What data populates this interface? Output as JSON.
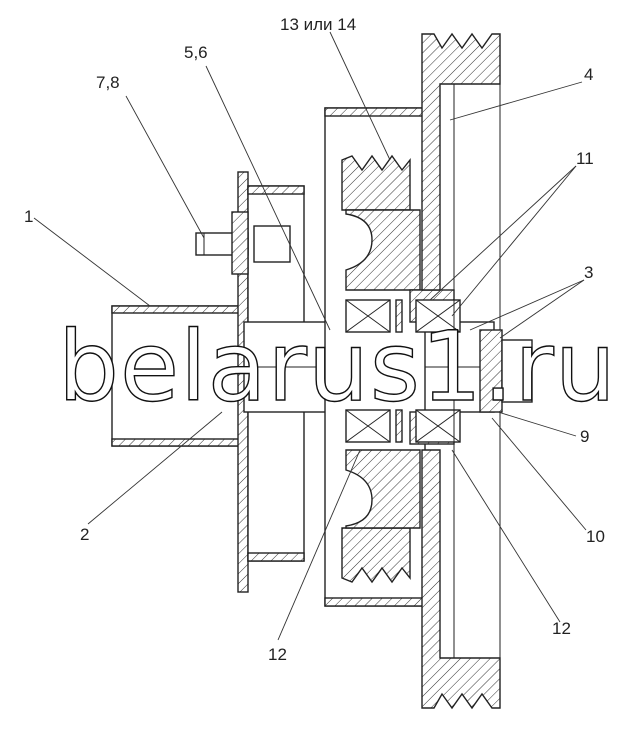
{
  "callouts": {
    "c1": "1",
    "c2": "2",
    "c3": "3",
    "c4": "4",
    "c56": "5,6",
    "c78": "7,8",
    "c9": "9",
    "c10": "10",
    "c11": "11",
    "c12a": "12",
    "c12b": "12",
    "c1314": "13 или 14"
  },
  "watermark": "belarus1.ru"
}
